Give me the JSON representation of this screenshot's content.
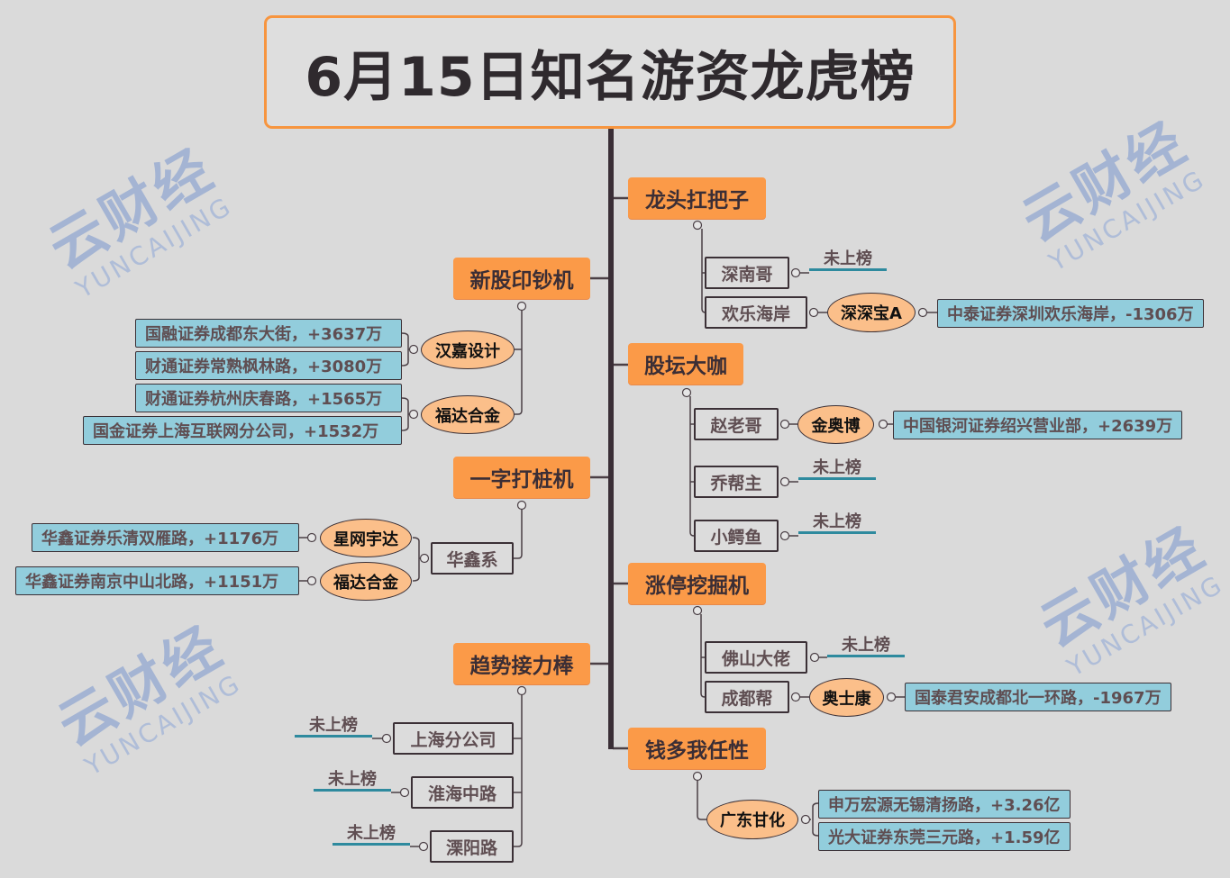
{
  "title": "6月15日知名游资龙虎榜",
  "watermark": {
    "cn": "云财经",
    "en": "YUNCAIJING"
  },
  "not_listed": "未上榜",
  "colors": {
    "category": "#fb9a48",
    "stock": "#fbbf8a",
    "seat": "#92cddc",
    "underline": "#2e8a9e",
    "title_border": "#f7953f"
  },
  "categories": {
    "longtou": {
      "label": "龙头扛把子",
      "people": [
        {
          "name": "深南哥"
        },
        {
          "name": "欢乐海岸",
          "stocks": [
            {
              "name": "深深宝A",
              "seats": [
                "中泰证券深圳欢乐海岸，-1306万"
              ]
            }
          ]
        }
      ]
    },
    "gutan": {
      "label": "股坛大咖",
      "people": [
        {
          "name": "赵老哥",
          "stocks": [
            {
              "name": "金奥博",
              "seats": [
                "中国银河证券绍兴营业部，+2639万"
              ]
            }
          ]
        },
        {
          "name": "乔帮主"
        },
        {
          "name": "小鳄鱼"
        }
      ]
    },
    "zhangting": {
      "label": "涨停挖掘机",
      "people": [
        {
          "name": "佛山大佬"
        },
        {
          "name": "成都帮",
          "stocks": [
            {
              "name": "奥士康",
              "seats": [
                "国泰君安成都北一环路，-1967万"
              ]
            }
          ]
        }
      ]
    },
    "qianduo": {
      "label": "钱多我任性",
      "stocks": [
        {
          "name": "广东甘化",
          "seats": [
            "申万宏源无锡清扬路，+3.26亿",
            "光大证券东莞三元路，+1.59亿"
          ]
        }
      ]
    },
    "xingu": {
      "label": "新股印钞机",
      "stocks": [
        {
          "name": "汉嘉设计",
          "seats": [
            "国融证券成都东大街，+3637万",
            "财通证券常熟枫林路，+3080万"
          ]
        },
        {
          "name": "福达合金",
          "seats": [
            "财通证券杭州庆春路，+1565万",
            "国金证券上海互联网分公司，+1532万"
          ]
        }
      ]
    },
    "yizi": {
      "label": "一字打桩机",
      "people": [
        {
          "name": "华鑫系",
          "stocks": [
            {
              "name": "星网宇达",
              "seats": [
                "华鑫证券乐清双雁路，+1176万"
              ]
            },
            {
              "name": "福达合金",
              "seats": [
                "华鑫证券南京中山北路，+1151万"
              ]
            }
          ]
        }
      ]
    },
    "qushi": {
      "label": "趋势接力棒",
      "people": [
        {
          "name": "上海分公司"
        },
        {
          "name": "淮海中路"
        },
        {
          "name": "溧阳路"
        }
      ]
    }
  }
}
